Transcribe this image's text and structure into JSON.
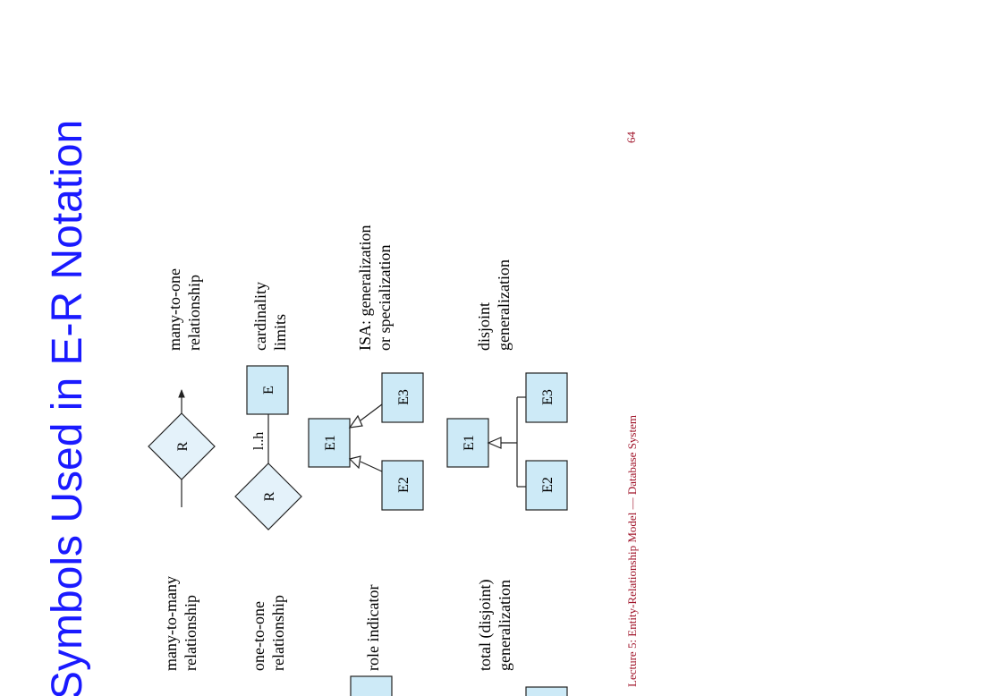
{
  "slide": {
    "title": "Symbols Used in E-R Notation",
    "footer": "Lecture 5: Entity-Relationship Model — Database System",
    "page_number": "64"
  },
  "labels": {
    "many_to_many": [
      "many-to-many",
      "relationship"
    ],
    "one_to_one": [
      "one-to-one",
      "relationship"
    ],
    "role_indicator": [
      "role indicator"
    ],
    "total_disjoint": [
      "total (disjoint)",
      "generalization"
    ],
    "many_to_one": [
      "many-to-one",
      "relationship"
    ],
    "cardinality": [
      "cardinality",
      "limits"
    ],
    "isa": [
      "ISA: generalization",
      "or specialization"
    ],
    "disjoint": [
      "disjoint",
      "generalization"
    ]
  },
  "shapes": {
    "relationship_R": "R",
    "entity_E": "E",
    "cardinality_range": "l..h",
    "E1": "E1",
    "E2": "E2",
    "E3": "E3"
  },
  "colors": {
    "title": "#1a1aff",
    "footer": "#a0142a",
    "shape_fill": "#cdeaf7",
    "diamond_fill": "#e4f2fa",
    "stroke": "#222222"
  }
}
